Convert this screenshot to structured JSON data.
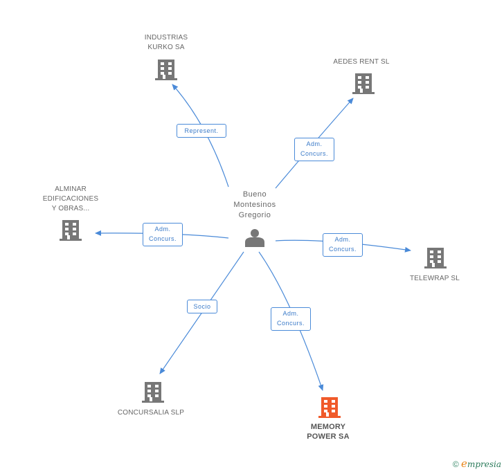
{
  "center": {
    "name": "Bueno\nMontesinos\nGregorio",
    "icon": "person-icon"
  },
  "companies": [
    {
      "id": "industrias",
      "name": "INDUSTRIAS\nKURKO SA",
      "icon": "building-icon",
      "highlight": false
    },
    {
      "id": "aedes",
      "name": "AEDES RENT SL",
      "icon": "building-icon",
      "highlight": false
    },
    {
      "id": "alminar",
      "name": "ALMINAR\nEDIFICACIONES\nY OBRAS...",
      "icon": "building-icon",
      "highlight": false
    },
    {
      "id": "telewrap",
      "name": "TELEWRAP SL",
      "icon": "building-icon",
      "highlight": false
    },
    {
      "id": "concursalia",
      "name": "CONCURSALIA SLP",
      "icon": "building-icon",
      "highlight": false
    },
    {
      "id": "memory",
      "name": "MEMORY\nPOWER SA",
      "icon": "building-icon",
      "highlight": true
    }
  ],
  "relations": [
    {
      "to": "industrias",
      "label": "Represent."
    },
    {
      "to": "aedes",
      "label": "Adm.\nConcurs."
    },
    {
      "to": "alminar",
      "label": "Adm.\nConcurs."
    },
    {
      "to": "telewrap",
      "label": "Adm.\nConcurs."
    },
    {
      "to": "concursalia",
      "label": "Socio"
    },
    {
      "to": "memory",
      "label": "Adm.\nConcurs."
    }
  ],
  "colors": {
    "edge": "#4a8ad8",
    "building": "#777777",
    "highlight": "#f05a2a",
    "person": "#777777"
  },
  "footer": {
    "copyright": "©",
    "brand_initial": "e",
    "brand_rest": "mpresia"
  }
}
